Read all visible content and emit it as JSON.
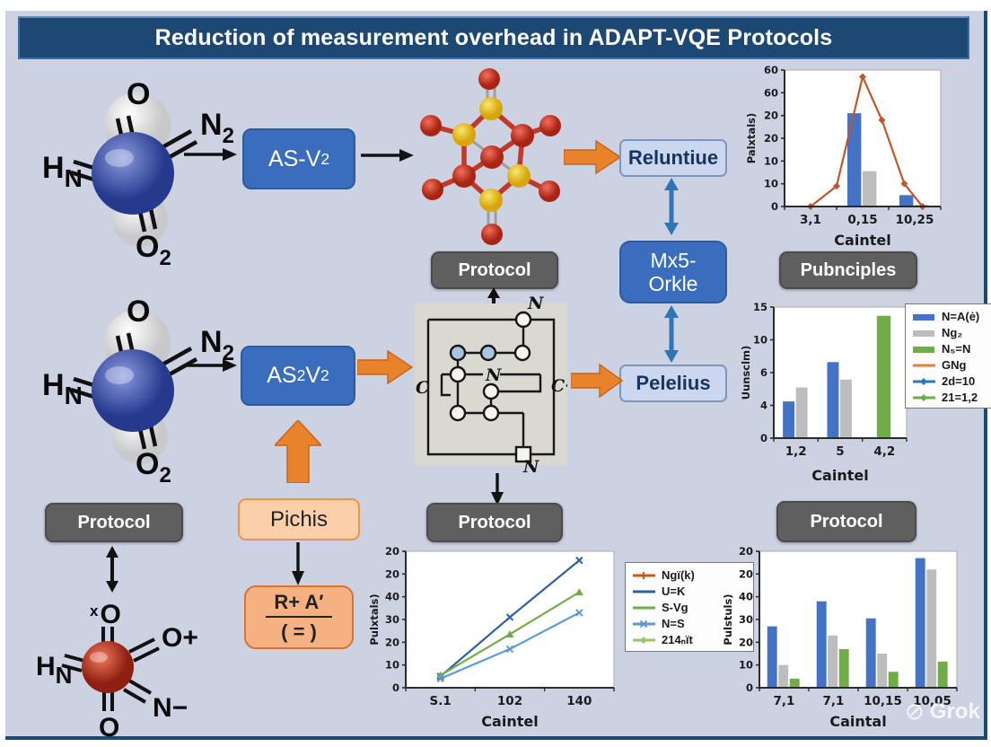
{
  "title": "Reduction of measurement overhead in ADAPT-VQE Protocols",
  "boxes": {
    "protocol_label": "Protocol",
    "pubnciples": "Pubnciples",
    "asv2": {
      "p1": "AS-V",
      "s1": "2"
    },
    "as2v2": {
      "p1": "AS",
      "s1": "2",
      "p2": "V",
      "s2": "2"
    },
    "reluntiue": "Reluntiue",
    "mx5": {
      "line1": "Mx5-",
      "line2": "Orkle"
    },
    "pelelius": "Pelelius",
    "pichis": "Pichis",
    "formula": {
      "numerator": "R+ A′",
      "denominator": "( = )"
    }
  },
  "molecules": {
    "blue": {
      "top": "O",
      "right": {
        "main": "N",
        "sub": "2"
      },
      "left": {
        "main": "H",
        "sub": "N"
      },
      "bottom": {
        "main": "O",
        "sub": "2"
      }
    },
    "red": {
      "top_sup": "x",
      "top": "O",
      "upper_right": "O+",
      "left": {
        "main": "H",
        "sub": "N"
      },
      "lower_right": "N−",
      "bottom": "O"
    }
  },
  "circuit": {
    "top": "N",
    "middle": "N",
    "bottom": "N",
    "left": "C",
    "right": "C·"
  },
  "watermark": "Grok",
  "chart_data": [
    {
      "key": "peak",
      "type": "bar",
      "title": "",
      "categories": [
        "3,1",
        "0,15",
        "10,25"
      ],
      "series": [
        {
          "name": "blue-bars",
          "style": "bar",
          "color": "#4472c4",
          "values": [
            null,
            41,
            5
          ]
        },
        {
          "name": "gray-bars",
          "style": "bar",
          "color": "#bdbdbd",
          "values": [
            null,
            15.5,
            0.8
          ]
        },
        {
          "name": "orange-line",
          "style": "line",
          "marker": "diamond",
          "color": "#c0572b",
          "points": [
            [
              0,
              0
            ],
            [
              0.5,
              9
            ],
            [
              1,
              57
            ],
            [
              1.37,
              38
            ],
            [
              1.8,
              10
            ],
            [
              2.15,
              0
            ]
          ]
        }
      ],
      "ylim": [
        0,
        60
      ],
      "yticks": [
        "0",
        "10",
        "10",
        "20",
        "20",
        "60",
        "60"
      ],
      "xlabel": "Caintel",
      "ylabel": "Palxtals)",
      "grid": false,
      "legend_position": "none"
    },
    {
      "key": "midbars",
      "type": "bar",
      "title": "",
      "categories": [
        "1,2",
        "5",
        "4,2"
      ],
      "series": [
        {
          "name": "N=A(ė)",
          "style": "bar",
          "color": "#4472c4",
          "values": [
            4.2,
            8.7,
            null
          ]
        },
        {
          "name": "Ng₂",
          "style": "bar",
          "color": "#bdbdbd",
          "values": [
            5.8,
            6.7,
            null
          ]
        },
        {
          "name": "N₅=N",
          "style": "bar",
          "color": "#70ad47",
          "values": [
            null,
            null,
            14
          ]
        }
      ],
      "legend": [
        {
          "label": "N=A(ė)",
          "color": "#4472c4",
          "style": "bar"
        },
        {
          "label": "Ng₂",
          "color": "#bdbdbd",
          "style": "bar"
        },
        {
          "label": "N₅=N",
          "color": "#70ad47",
          "style": "bar"
        },
        {
          "label": "GNg",
          "color": "#ed7d31",
          "style": "line"
        },
        {
          "label": "2d=10",
          "color": "#2e75b6",
          "style": "line",
          "marker": "diamond"
        },
        {
          "label": "21=1,2",
          "color": "#70ad47",
          "style": "line",
          "marker": "diamond"
        }
      ],
      "ylim": [
        0,
        15
      ],
      "yticks": [
        "0",
        "4",
        "6",
        "10",
        "15"
      ],
      "xlabel": "Caintel",
      "ylabel": "Uunsclm)",
      "grid": false,
      "legend_position": "right"
    },
    {
      "key": "lines",
      "type": "line",
      "title": "",
      "categories": [
        "S.1",
        "102",
        "140"
      ],
      "series": [
        {
          "name": "U=K",
          "style": "line",
          "marker": "x",
          "color": "#2e5fa3",
          "values": [
            5,
            31,
            56
          ]
        },
        {
          "name": "S-Vg",
          "style": "line",
          "marker": "triangle",
          "color": "#70ad47",
          "values": [
            5.5,
            23.5,
            42
          ]
        },
        {
          "name": "N=S",
          "style": "line",
          "marker": "x",
          "color": "#5b9bd5",
          "values": [
            4,
            17,
            33
          ]
        }
      ],
      "legend": [
        {
          "label": "Ngï(k)",
          "color": "#c55a11",
          "style": "line",
          "marker": "plus"
        },
        {
          "label": "U=K",
          "color": "#2e5fa3",
          "style": "line"
        },
        {
          "label": "S-Vg",
          "color": "#70ad47",
          "style": "line"
        },
        {
          "label": "N=S",
          "color": "#5b9bd5",
          "style": "line",
          "marker": "x"
        },
        {
          "label": "214ₙït",
          "color": "#9dc36b",
          "style": "line",
          "marker": "diamond"
        }
      ],
      "ylim": [
        0,
        60
      ],
      "yticks": [
        "0",
        "10",
        "20",
        "30",
        "40",
        "20",
        "20"
      ],
      "xlabel": "Caintel",
      "ylabel": "Pulxtals)",
      "grid": false,
      "legend_position": "right"
    },
    {
      "key": "botbars",
      "type": "bar",
      "title": "",
      "categories": [
        "7,1",
        "7,1",
        "10,15",
        "10,05"
      ],
      "series": [
        {
          "name": "blue",
          "style": "bar",
          "color": "#4472c4",
          "values": [
            27,
            38,
            30.5,
            57
          ]
        },
        {
          "name": "gray",
          "style": "bar",
          "color": "#bdbdbd",
          "values": [
            10,
            23,
            15,
            52
          ]
        },
        {
          "name": "green",
          "style": "bar",
          "color": "#70ad47",
          "values": [
            4,
            17,
            7,
            11.5
          ]
        }
      ],
      "ylim": [
        0,
        60
      ],
      "yticks": [
        "0",
        "10",
        "20",
        "30",
        "40",
        "20",
        "20"
      ],
      "xlabel": "Caintal",
      "ylabel": "Pulstuls)",
      "grid": false,
      "legend_position": "none"
    }
  ]
}
